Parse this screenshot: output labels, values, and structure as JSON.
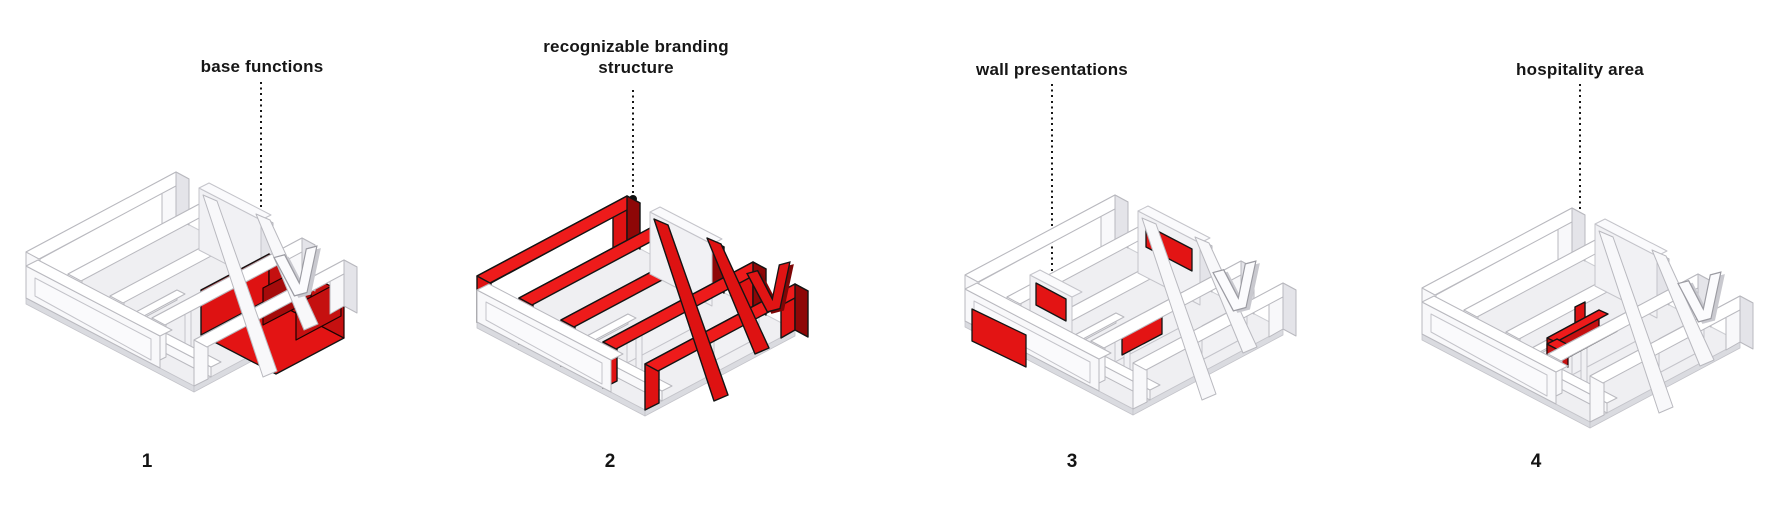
{
  "figure": {
    "title": "exhibition stand concept steps",
    "background": "#ffffff",
    "v_letter": "V"
  },
  "colors": {
    "highlight_red": "#de1212",
    "highlight_red_top": "#ee1b1b",
    "highlight_red_dark": "#8e0707",
    "outline_black": "#141414",
    "structure_white": "#f8f8fa",
    "structure_shade": "#e4e4e9",
    "structure_outline": "#b9b9bf",
    "floor_gray": "#efeff2",
    "text": "#161616"
  },
  "panels": [
    {
      "number": "1",
      "label": "base functions"
    },
    {
      "number": "2",
      "label": "recognizable branding structure"
    },
    {
      "number": "3",
      "label": "wall presentations"
    },
    {
      "number": "4",
      "label": "hospitality area"
    }
  ]
}
